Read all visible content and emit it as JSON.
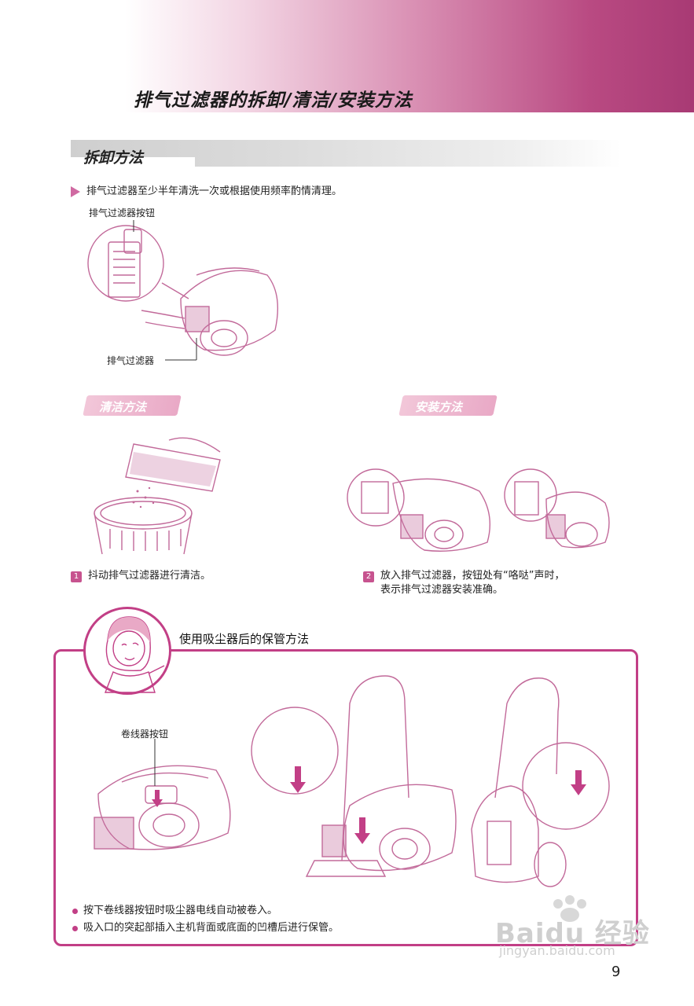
{
  "header": {
    "title": "排气过滤器的拆卸/清洁/安装方法"
  },
  "remove": {
    "heading": "拆卸方法",
    "instruction": "排气过滤器至少半年清洗一次或根据使用频率酌情清理。",
    "label_button": "排气过滤器按钮",
    "label_filter": "排气过滤器"
  },
  "clean": {
    "heading": "清洁方法",
    "step_number": "1",
    "step_text": "抖动排气过滤器进行清洁。"
  },
  "install": {
    "heading": "安装方法",
    "step_number": "2",
    "step_text_line1": "放入排气过滤器，按钮处有“咯哒”声时，",
    "step_text_line2": "表示排气过滤器安装准确。"
  },
  "storage": {
    "title": "使用吸尘器后的保管方法",
    "label_reel_button": "卷线器按钮",
    "bullets": [
      "按下卷线器按钮时吸尘器电线自动被卷入。",
      "吸入口的突起部插入主机背面或底面的凹槽后进行保管。"
    ]
  },
  "page_number": "9",
  "watermark": {
    "brand": "Baidu 经验",
    "url": "jingyan.baidu.com"
  },
  "colors": {
    "accent": "#c23f86",
    "pill": "#e9a9c6",
    "gray_bar": "#d3d3d3",
    "illustration": "#c26a9a"
  },
  "icons": [
    "triangle-bullet-icon",
    "arrow-down-icon",
    "vacuum-cleaner-illustration",
    "trash-bin-illustration",
    "cartoon-girl-illustration",
    "paw-logo-icon"
  ]
}
